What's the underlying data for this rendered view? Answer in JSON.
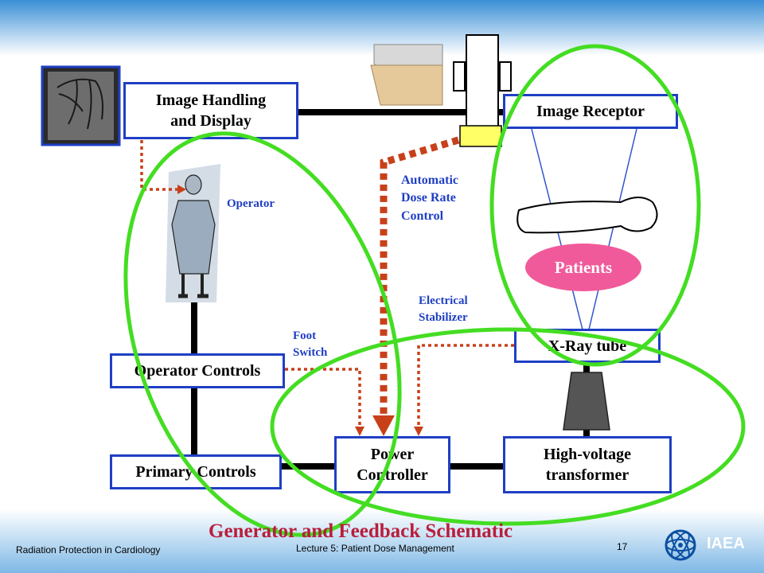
{
  "boxes": {
    "image_handling": "Image Handling\nand Display",
    "image_receptor": "Image Receptor",
    "operator_controls": "Operator Controls",
    "primary_controls": "Primary Controls",
    "power_controller": "Power\nController",
    "xray_tube": "X-Ray tube",
    "hv_transformer": "High-voltage\ntransformer"
  },
  "labels": {
    "operator": "Operator",
    "adrc": "Automatic\nDose Rate\nControl",
    "electrical_stabilizer": "Electrical\nStabilizer",
    "foot_switch": "Foot\nSwitch",
    "patients": "Patients"
  },
  "title": "Generator and Feedback Schematic",
  "footer": {
    "left": "Radiation Protection in Cardiology",
    "center": "Lecture 5: Patient Dose Management",
    "page_number": "17",
    "logo_text": "IAEA"
  },
  "colors": {
    "box_border": "#1f3fc4",
    "label_blue": "#1f3fc4",
    "feedback_arrow": "#c8401a",
    "ellipse_green": "#44dd22",
    "patients_fill": "#f05a9a",
    "title_red": "#b81e3c"
  }
}
